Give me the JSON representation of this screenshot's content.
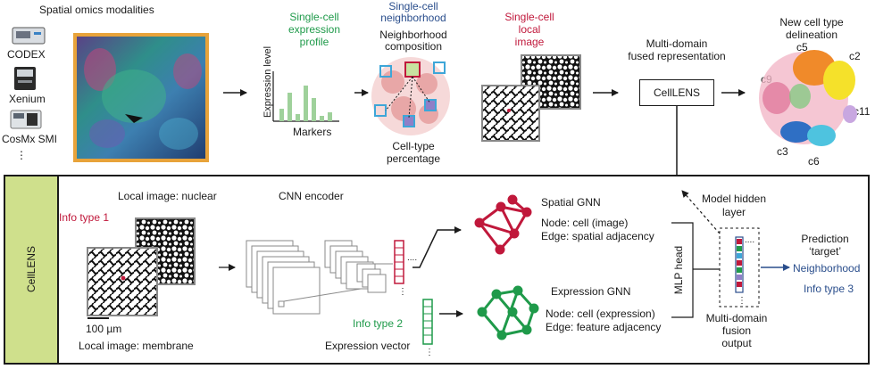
{
  "top": {
    "modalities_title": "Spatial omics modalities",
    "devices": [
      "CODEX",
      "Xenium",
      "CosMx SMI",
      "⋮"
    ],
    "expression_title": [
      "Single-cell",
      "expression",
      "profile"
    ],
    "expression_ylabel": "Expression level",
    "expression_xlabel": "Markers",
    "neighborhood_title": [
      "Single-cell",
      "neighborhood"
    ],
    "neighborhood_composition": [
      "Neighborhood",
      "composition"
    ],
    "celltype_percentage": [
      "Cell-type",
      "percentage"
    ],
    "local_image_title": [
      "Single-cell",
      "local",
      "image"
    ],
    "fused_label": [
      "Multi-domain",
      "fused representation"
    ],
    "cellens_box": "CellLENS",
    "delineation_title": [
      "New cell type",
      "delineation"
    ],
    "clusters": [
      "c5",
      "c2",
      "c9",
      "c11",
      "c3",
      "c6"
    ]
  },
  "bottom": {
    "tab_label": "CellLENS",
    "local_image_nuclear": "Local image: nuclear",
    "info_type_1": "Info type 1",
    "scale_bar": "100 µm",
    "local_image_membrane": "Local image: membrane",
    "cnn_encoder": "CNN encoder",
    "spatial_gnn": "Spatial GNN",
    "spatial_node": "Node: cell (image)",
    "spatial_edge": "Edge: spatial adjacency",
    "info_type_2": "Info type 2",
    "expression_vector": "Expression vector",
    "expression_gnn": "Expression GNN",
    "expression_node": "Node: cell (expression)",
    "expression_edge": "Edge: feature adjacency",
    "mlp_head": "MLP head",
    "model_hidden_layer": [
      "Model hidden",
      "layer"
    ],
    "fusion_output": [
      "Multi-domain",
      "fusion",
      "output"
    ],
    "prediction": [
      "Prediction",
      "‘target’"
    ],
    "neighborhood": "Neighborhood",
    "info_type_3": "Info type 3"
  },
  "colors": {
    "green": "#1f9a4a",
    "blue": "#2a4e8c",
    "red": "#c0183b",
    "panel_tab": "#cfe08c",
    "tissue_border": "#e8a33a"
  }
}
